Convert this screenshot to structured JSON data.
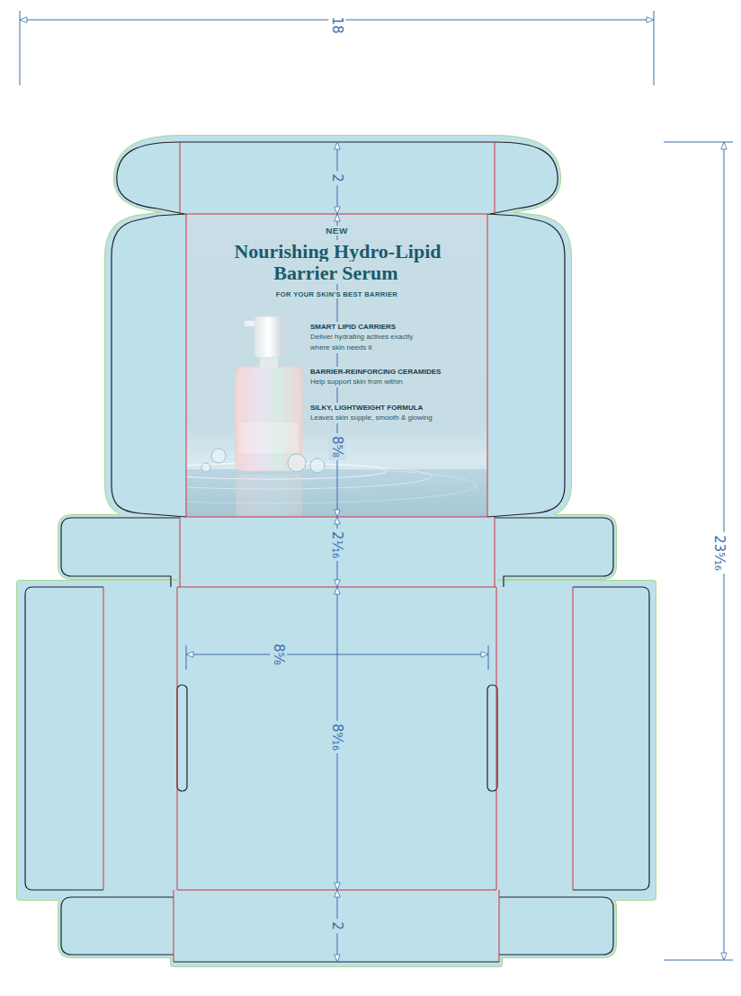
{
  "diagram": {
    "nodes": [
      {
        "text": [
          "NEW",
          "Nourishing Hydro-Lipid Barrier Serum",
          "FOR YOUR SKIN'S BEST BARRIER",
          "SMART LIPID CARRIERS",
          "Deliver hydrating actives exactly where skin needs it",
          "BARRIER-REINFORCING CERAMIDES",
          "Help support skin from within",
          "SILKY, LIGHTWEIGHT FORMULA",
          "Leaves skin supple, smooth & glowing"
        ]
      }
    ],
    "labels": [
      "18",
      "2",
      "8⁵⁄₈",
      "2¹⁄₁₆",
      "8⁵⁄₈",
      "8⁹⁄₁₆",
      "2",
      "23⁵⁄₁₆"
    ]
  }
}
